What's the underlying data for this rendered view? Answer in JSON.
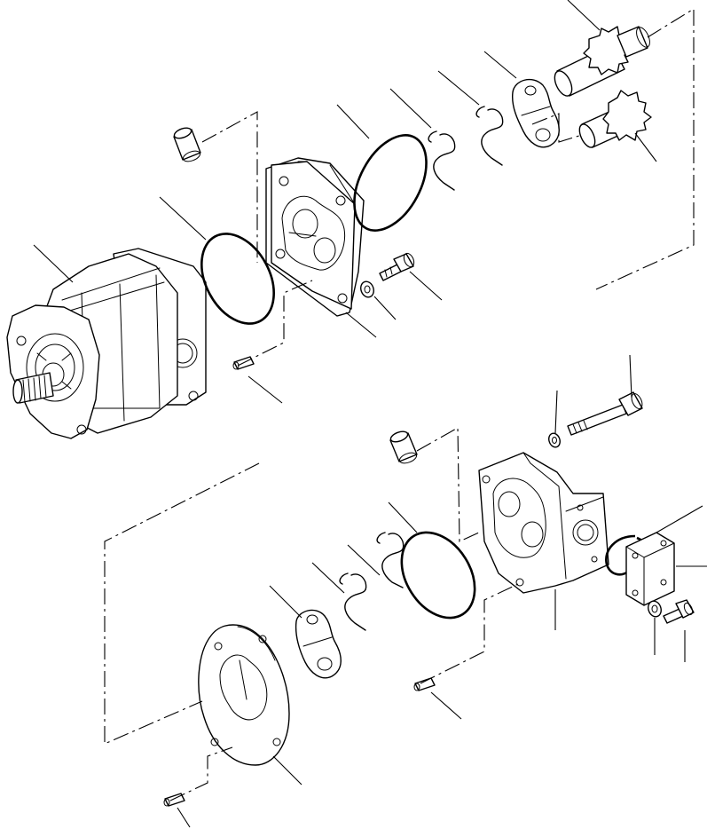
{
  "diagram": {
    "kind": "exploded-view",
    "parts": [
      "pump-body",
      "bushing-upper",
      "o-ring-upper",
      "dowel-pin-upper",
      "cover-plate-upper",
      "o-ring-large-upper",
      "seal-clip-upper-a",
      "seal-clip-upper-b",
      "wear-plate-upper",
      "drive-gear",
      "driven-gear",
      "capscrew-upper",
      "washer-upper",
      "long-capscrew",
      "washer-long",
      "bushing-lower",
      "rear-housing",
      "o-ring-lower",
      "port-cover-plate",
      "washer-small",
      "bolt-small",
      "o-ring-large-lower",
      "seal-clip-lower-a",
      "seal-clip-lower-b",
      "wear-plate-lower",
      "gear-housing-ring",
      "dowel-pin-lower",
      "dowel-pin-bottom"
    ],
    "line_color": "#000000",
    "background": "#ffffff"
  }
}
